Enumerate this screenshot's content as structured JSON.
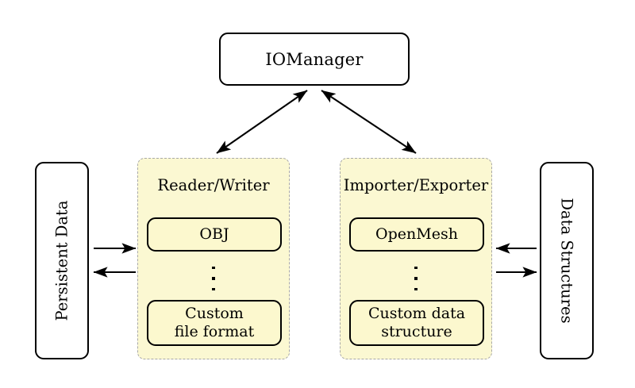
{
  "diagram": {
    "title_node": {
      "label": "IOManager"
    },
    "groups": [
      {
        "name": "reader-writer",
        "title": "Reader/Writer",
        "items": [
          {
            "label": "OBJ"
          },
          {
            "label": "Custom\nfile format"
          }
        ],
        "ellipsis": "vertical-dots"
      },
      {
        "name": "importer-exporter",
        "title": "Importer/Exporter",
        "items": [
          {
            "label": "OpenMesh"
          },
          {
            "label": "Custom data\nstructure"
          }
        ],
        "ellipsis": "vertical-dots"
      }
    ],
    "side_nodes": [
      {
        "name": "persistent-data",
        "label": "Persistent Data",
        "orientation": "rotated-ccw"
      },
      {
        "name": "data-structures",
        "label": "Data Structures",
        "orientation": "rotated-cw"
      }
    ],
    "connections": [
      {
        "name": "iomanager-to-reader-writer",
        "style": "double-headed-diagonal"
      },
      {
        "name": "iomanager-to-importer-exporter",
        "style": "double-headed-diagonal"
      },
      {
        "name": "persistent-data-to-reader-writer",
        "style": "arrow-right"
      },
      {
        "name": "reader-writer-to-persistent-data",
        "style": "arrow-left"
      },
      {
        "name": "data-structures-to-importer-exporter",
        "style": "arrow-left"
      },
      {
        "name": "importer-exporter-to-data-structures",
        "style": "arrow-right"
      }
    ]
  },
  "colors": {
    "group_fill": "#FBF8D2",
    "group_border": "#a8a8a8",
    "node_border": "#000000",
    "background": "#ffffff"
  }
}
